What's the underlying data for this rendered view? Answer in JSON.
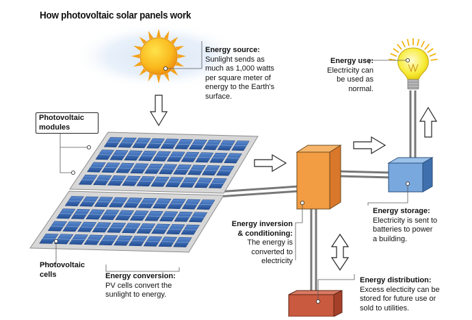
{
  "title": "How photovoltaic solar panels work",
  "labels": {
    "energy_source": {
      "heading": "Energy source:",
      "text": "Sunlight sends as much as 1,000 watts per square meter of energy to the Earth's surface."
    },
    "pv_modules": {
      "heading": "Photovoltaic modules"
    },
    "pv_cells": {
      "heading": "Photovoltaic cells"
    },
    "energy_conversion": {
      "heading": "Energy conversion:",
      "text": "PV cells convert the sunlight to energy."
    },
    "energy_inversion": {
      "heading": "Energy inversion & conditioning:",
      "text": "The energy is converted to electricity"
    },
    "energy_use": {
      "heading": "Energy use:",
      "text": "Electricity can be used as normal."
    },
    "energy_storage": {
      "heading": "Energy storage:",
      "text": "Electricity is sent to batteries to power a building."
    },
    "energy_distribution": {
      "heading": "Energy distribution:",
      "text": "Excess electicity can be stored for future use or sold to utilities."
    }
  },
  "colors": {
    "sun": "#f7a81b",
    "sun_glow": "#cfe0f2",
    "panel_cell": "#2f5fa8",
    "panel_frame": "#c9c9c9",
    "inverter": "#ef9a3c",
    "storage": "#6f9fd4",
    "distribution": "#c9553a",
    "bulb": "#f6e81c"
  },
  "icons": [
    "sun-icon",
    "light-bulb-icon",
    "down-arrow-icon",
    "right-arrow-icon",
    "up-arrow-icon",
    "double-arrow-icon"
  ]
}
